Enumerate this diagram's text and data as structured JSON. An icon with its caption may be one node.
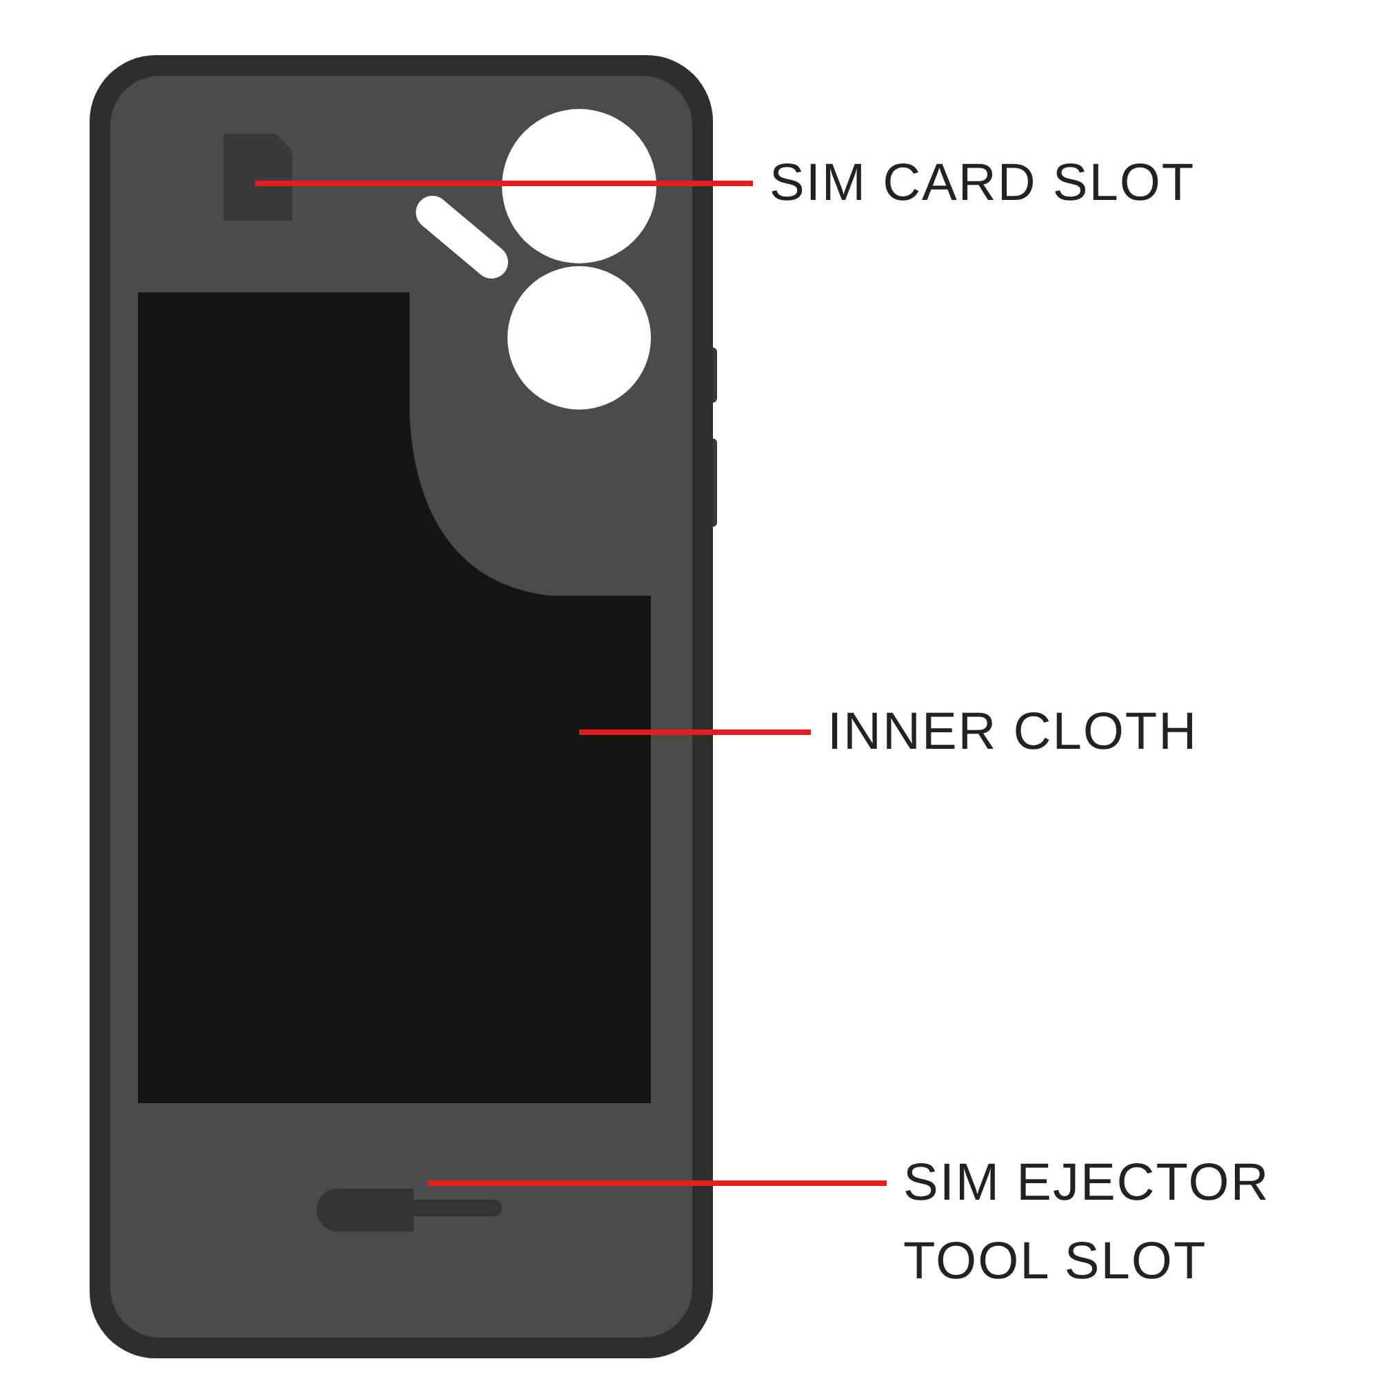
{
  "diagram": {
    "nodes": [
      {
        "text": [
          "SIM CARD SLOT"
        ]
      },
      {
        "text": [],
        "shape": "box"
      },
      {
        "text": [
          "INNER CLOTH"
        ]
      },
      {
        "text": [],
        "shape": "box"
      },
      {
        "text": [
          "SIM EJECTOR TOOL SLOT"
        ]
      },
      {
        "text": [],
        "shape": "box"
      }
    ],
    "edges": [
      {
        "from": 0,
        "to": 1,
        "arrow": "none",
        "color": "#e41e1e"
      },
      {
        "from": 2,
        "to": 3,
        "arrow": "none",
        "color": "#e41e1e"
      },
      {
        "from": 4,
        "to": 5,
        "arrow": "none",
        "color": "#e41e1e"
      }
    ]
  }
}
